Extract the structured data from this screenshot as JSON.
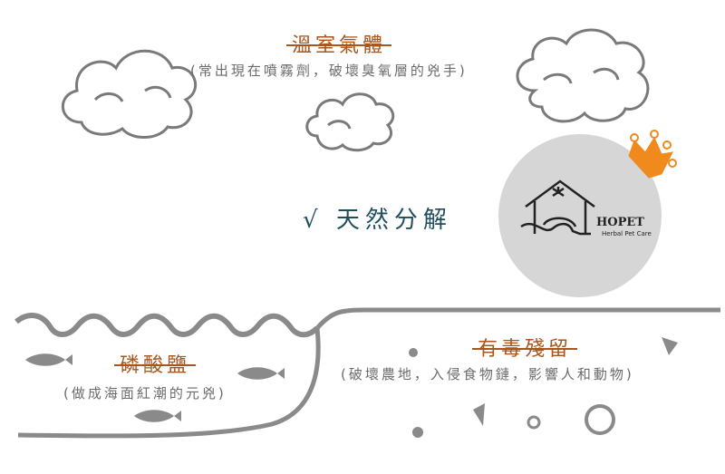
{
  "top": {
    "heading": "溫室氣體",
    "subtitle": "(常出現在噴霧劑，破壞臭氧層的兇手)"
  },
  "center": {
    "check_text": "√ 天然分解",
    "logo": {
      "brand": "HOPET",
      "tagline": "Herbal Pet Care"
    }
  },
  "left": {
    "heading": "磷酸鹽",
    "subtitle": "(做成海面紅潮的元兇)"
  },
  "right": {
    "heading": "有毒殘留",
    "subtitle": "(破壞農地，入侵食物鏈，影響人和動物)"
  },
  "colors": {
    "strike_orange": "#a9561d",
    "check_teal": "#1f4e5f",
    "gray_line": "#8a8a8a",
    "badge_gray": "#d6d6d6",
    "crown_orange": "#f08a1c"
  }
}
